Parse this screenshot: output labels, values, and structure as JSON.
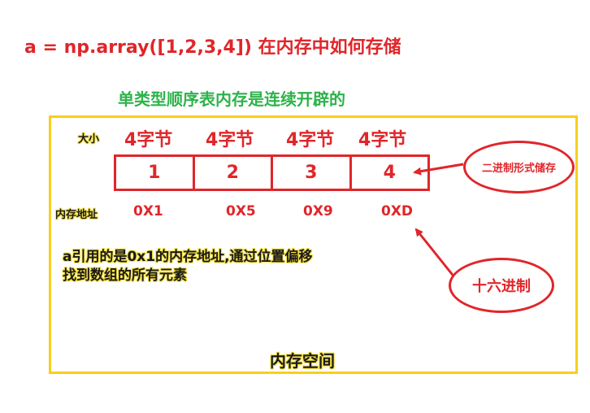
{
  "heading": "a = np.array([1,2,3,4])  在内存中如何存储",
  "subheading": "单类型顺序表内存是连续开辟的",
  "size_label": "大小",
  "address_label": "内存地址",
  "byte_sizes": [
    "4字节",
    "4字节",
    "4字节",
    "4字节"
  ],
  "cells": [
    "1",
    "2",
    "3",
    "4"
  ],
  "addresses": [
    "0X1",
    "0X5",
    "0X9",
    "0XD"
  ],
  "note_lines": [
    "a引用的是0x1的内存地址,通过位置偏移",
    "找到数组的所有元素"
  ],
  "memory_space_label": "内存空间",
  "binary_callout": "二进制形式储存",
  "hex_callout": "十六进制",
  "colors": {
    "red": "#e0262a",
    "green": "#2db34a",
    "yellow": "#f7cf1d"
  }
}
